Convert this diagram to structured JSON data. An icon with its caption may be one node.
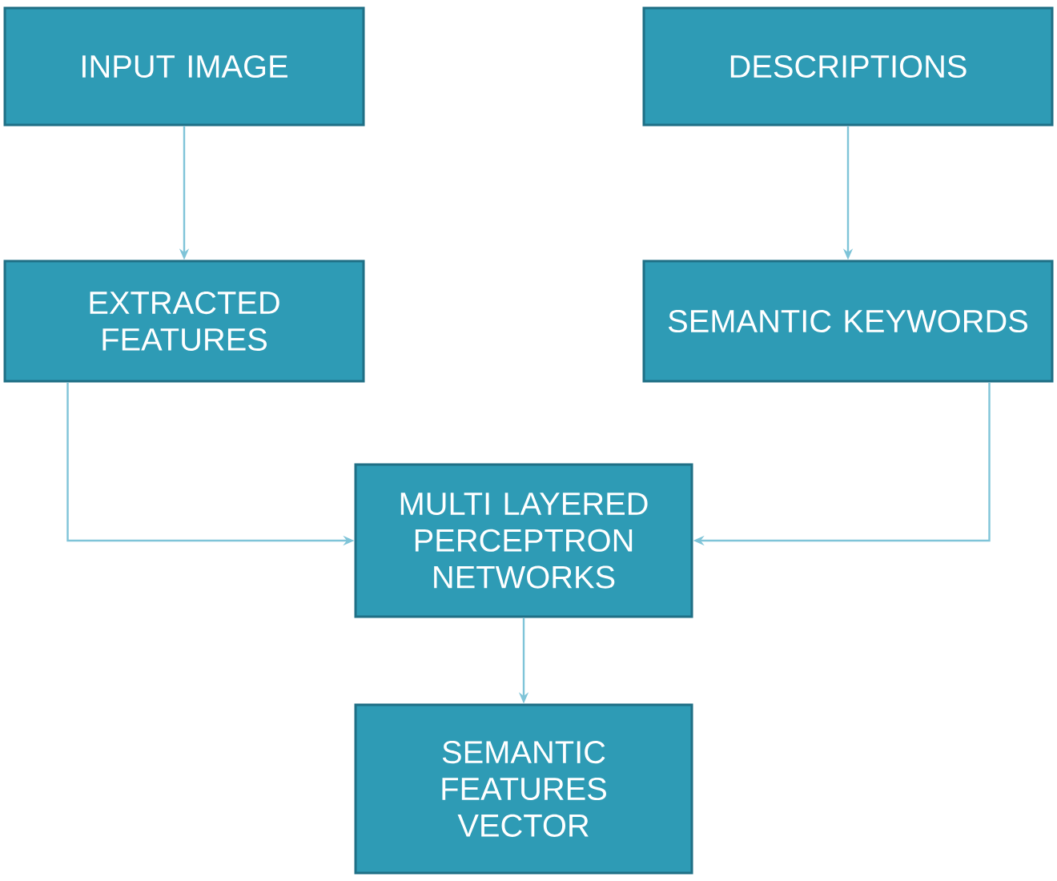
{
  "diagram": {
    "nodes": [
      {
        "text": [
          "INPUT IMAGE"
        ]
      },
      {
        "text": [
          "DESCRIPTIONS"
        ]
      },
      {
        "text": [
          "EXTRACTED FEATURES"
        ]
      },
      {
        "text": [
          "SEMANTIC KEYWORDS"
        ]
      },
      {
        "text": [
          "MULTI LAYERED PERCEPTRON NETWORKS"
        ]
      },
      {
        "text": [
          "SEMANTIC FEATURES VECTOR"
        ]
      }
    ],
    "edges": [
      {
        "from": 0,
        "to": 2,
        "arrow": "to"
      },
      {
        "from": 1,
        "to": 3,
        "arrow": "to"
      },
      {
        "from": 2,
        "to": 4,
        "arrow": "to"
      },
      {
        "from": 3,
        "to": 4,
        "arrow": "to"
      },
      {
        "from": 4,
        "to": 5,
        "arrow": "to"
      }
    ]
  }
}
